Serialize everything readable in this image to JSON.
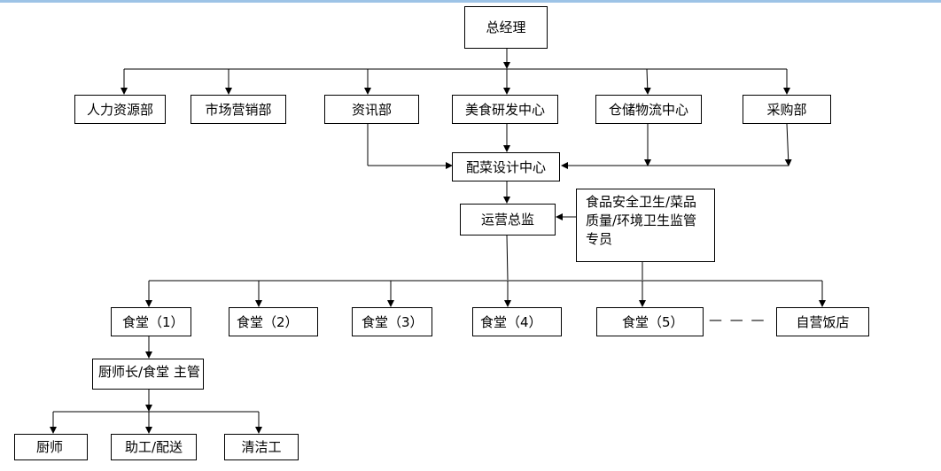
{
  "org_chart": {
    "ceo": "总经理",
    "departments": [
      "人力资源部",
      "市场营销部",
      "资讯部",
      "美食研发中心",
      "仓储物流中心",
      "采购部"
    ],
    "menu_design_center": "配菜设计中心",
    "operations_director": "运营总监",
    "safety_inspector": "食品安全卫生/菜品质量/环境卫生监管专员",
    "canteens": [
      "食堂（1）",
      "食堂（2）",
      "食堂（3）",
      "食堂（4）",
      "食堂（5）"
    ],
    "more": "— — —",
    "restaurant": "自营饭店",
    "chef_manager": "厨师长/食堂 主管",
    "staff": [
      "厨师",
      "助工/配送",
      "清洁工"
    ]
  }
}
